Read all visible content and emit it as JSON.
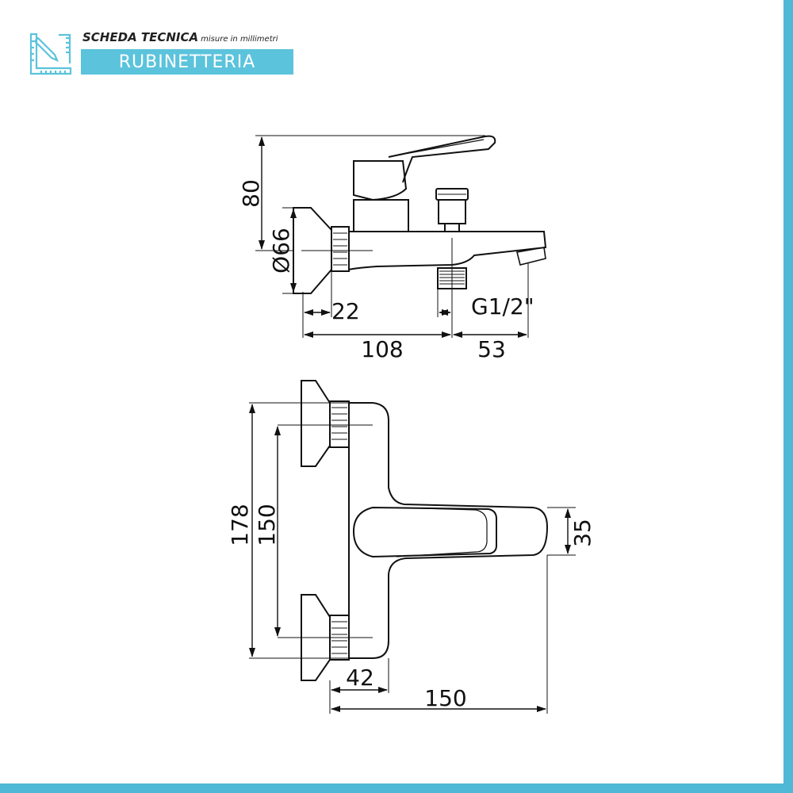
{
  "header": {
    "title": "SCHEDA TECNICA",
    "subtitle": "misure in millimetri",
    "category": "RUBINETTERIA"
  },
  "colors": {
    "accent": "#5bc3dc",
    "frame": "#4fb8d6",
    "line": "#111111"
  },
  "icons": {
    "logo": "ruler-pencil-icon"
  },
  "dimensions": {
    "side_view": {
      "height": "80",
      "flange_diameter": "Ø66",
      "flange_depth": "22",
      "body_length": "108",
      "spout_length": "53",
      "outlet_thread": "G1/2\""
    },
    "top_view": {
      "overall_width": "178",
      "connection_centers": "150",
      "spout_width": "35",
      "body_depth": "42",
      "overall_length": "150"
    }
  }
}
